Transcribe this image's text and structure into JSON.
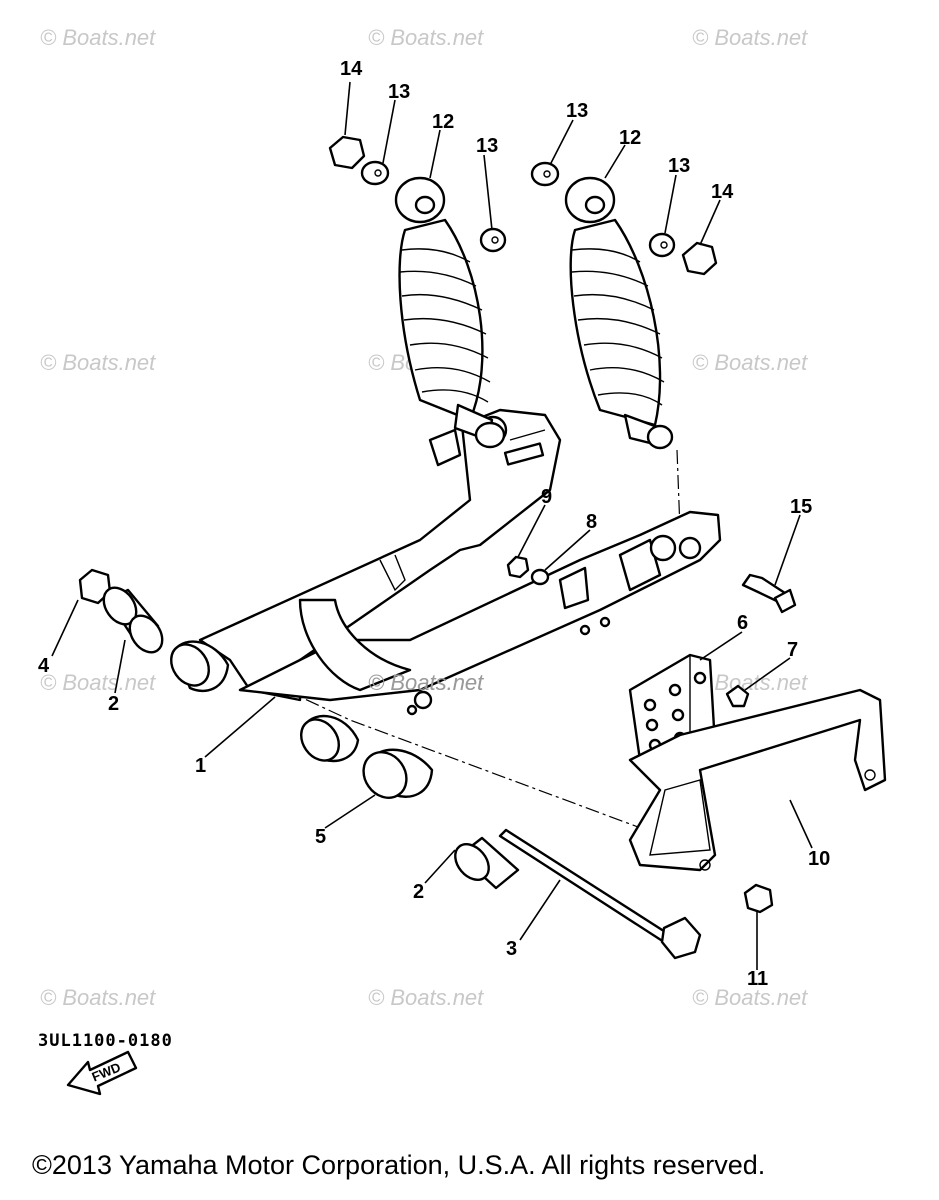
{
  "watermark_text": "© Boats.net",
  "catalog_code": "3UL1100-0180",
  "fwd_label": "FWD",
  "copyright": "©2013 Yamaha Motor Corporation, U.S.A. All rights reserved.",
  "callouts": [
    "14",
    "13",
    "12",
    "13",
    "13",
    "12",
    "13",
    "14",
    "9",
    "8",
    "15",
    "6",
    "7",
    "4",
    "2",
    "1",
    "5",
    "2",
    "3",
    "10",
    "11"
  ],
  "colors": {
    "ink": "#000000",
    "watermark": "#c8c8c8",
    "background": "#ffffff"
  }
}
